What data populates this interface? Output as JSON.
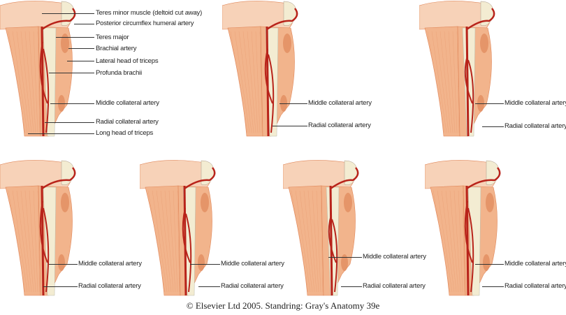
{
  "panels": [
    {
      "labels": [
        "Teres minor muscle (deltoid cut away)",
        "Posterior circumflex humeral artery",
        "Teres major",
        "Brachial artery",
        "Lateral head of triceps",
        "Profunda brachii",
        "Middle collateral artery",
        "Radial collateral artery",
        "Long head of triceps"
      ]
    },
    {
      "labels": [
        "Middle collateral artery",
        "Radial collateral artery"
      ]
    },
    {
      "labels": [
        "Middle collateral artery",
        "Radial collateral artery"
      ]
    },
    {
      "labels": [
        "Middle collateral artery",
        "Radial collateral artery"
      ]
    },
    {
      "labels": [
        "Middle collateral artery",
        "Radial collateral artery"
      ]
    },
    {
      "labels": [
        "Middle collateral artery",
        "Radial collateral artery"
      ]
    },
    {
      "labels": [
        "Middle collateral artery",
        "Radial collateral artery"
      ]
    }
  ],
  "footer": "© Elsevier Ltd 2005. Standring: Gray's Anatomy 39e",
  "colors": {
    "muscle": "#f2b48c",
    "muscle_dark": "#e0875a",
    "artery": "#b8231a",
    "bone": "#f3ecd2",
    "skin": "#f7d2b8"
  }
}
